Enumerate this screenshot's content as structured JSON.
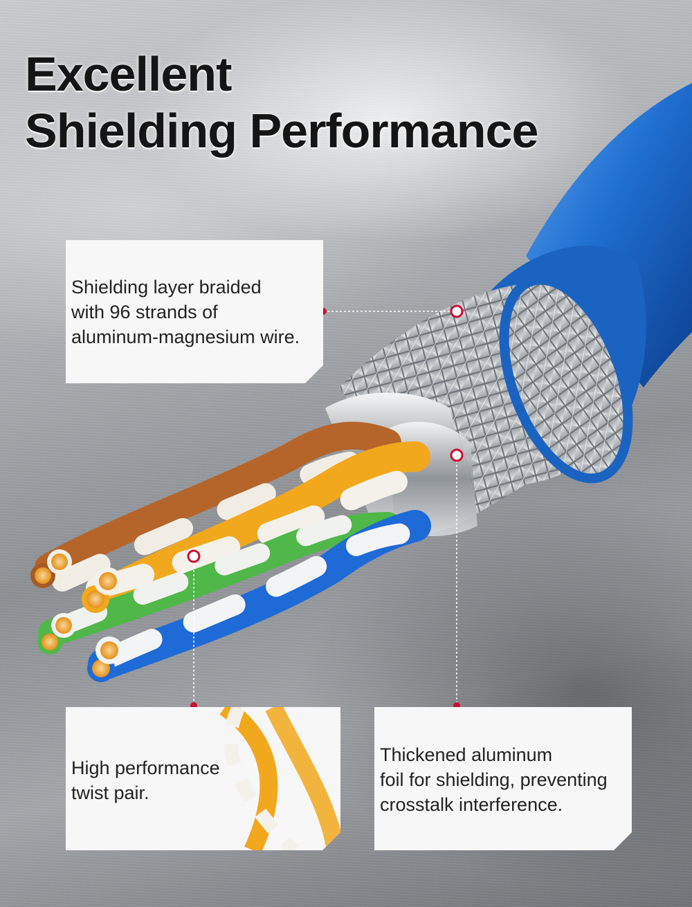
{
  "title": {
    "line1": "Excellent",
    "line2": "Shielding Performance"
  },
  "callouts": [
    {
      "text_lines": [
        "Shielding layer braided",
        "with 96 strands of",
        "aluminum-magnesium wire."
      ]
    },
    {
      "text_lines": [
        "High performance",
        "twist pair."
      ]
    },
    {
      "text_lines": [
        "Thickened aluminum",
        "foil for shielding, preventing",
        "crosstalk interference."
      ]
    }
  ],
  "colors": {
    "accent_red": "#c8102e",
    "jacket_blue": "#1f6fd1",
    "pair_orange": "#f2a81d",
    "pair_brown": "#b5642a",
    "pair_green": "#4fb848",
    "pair_blue": "#1e6ad6"
  }
}
